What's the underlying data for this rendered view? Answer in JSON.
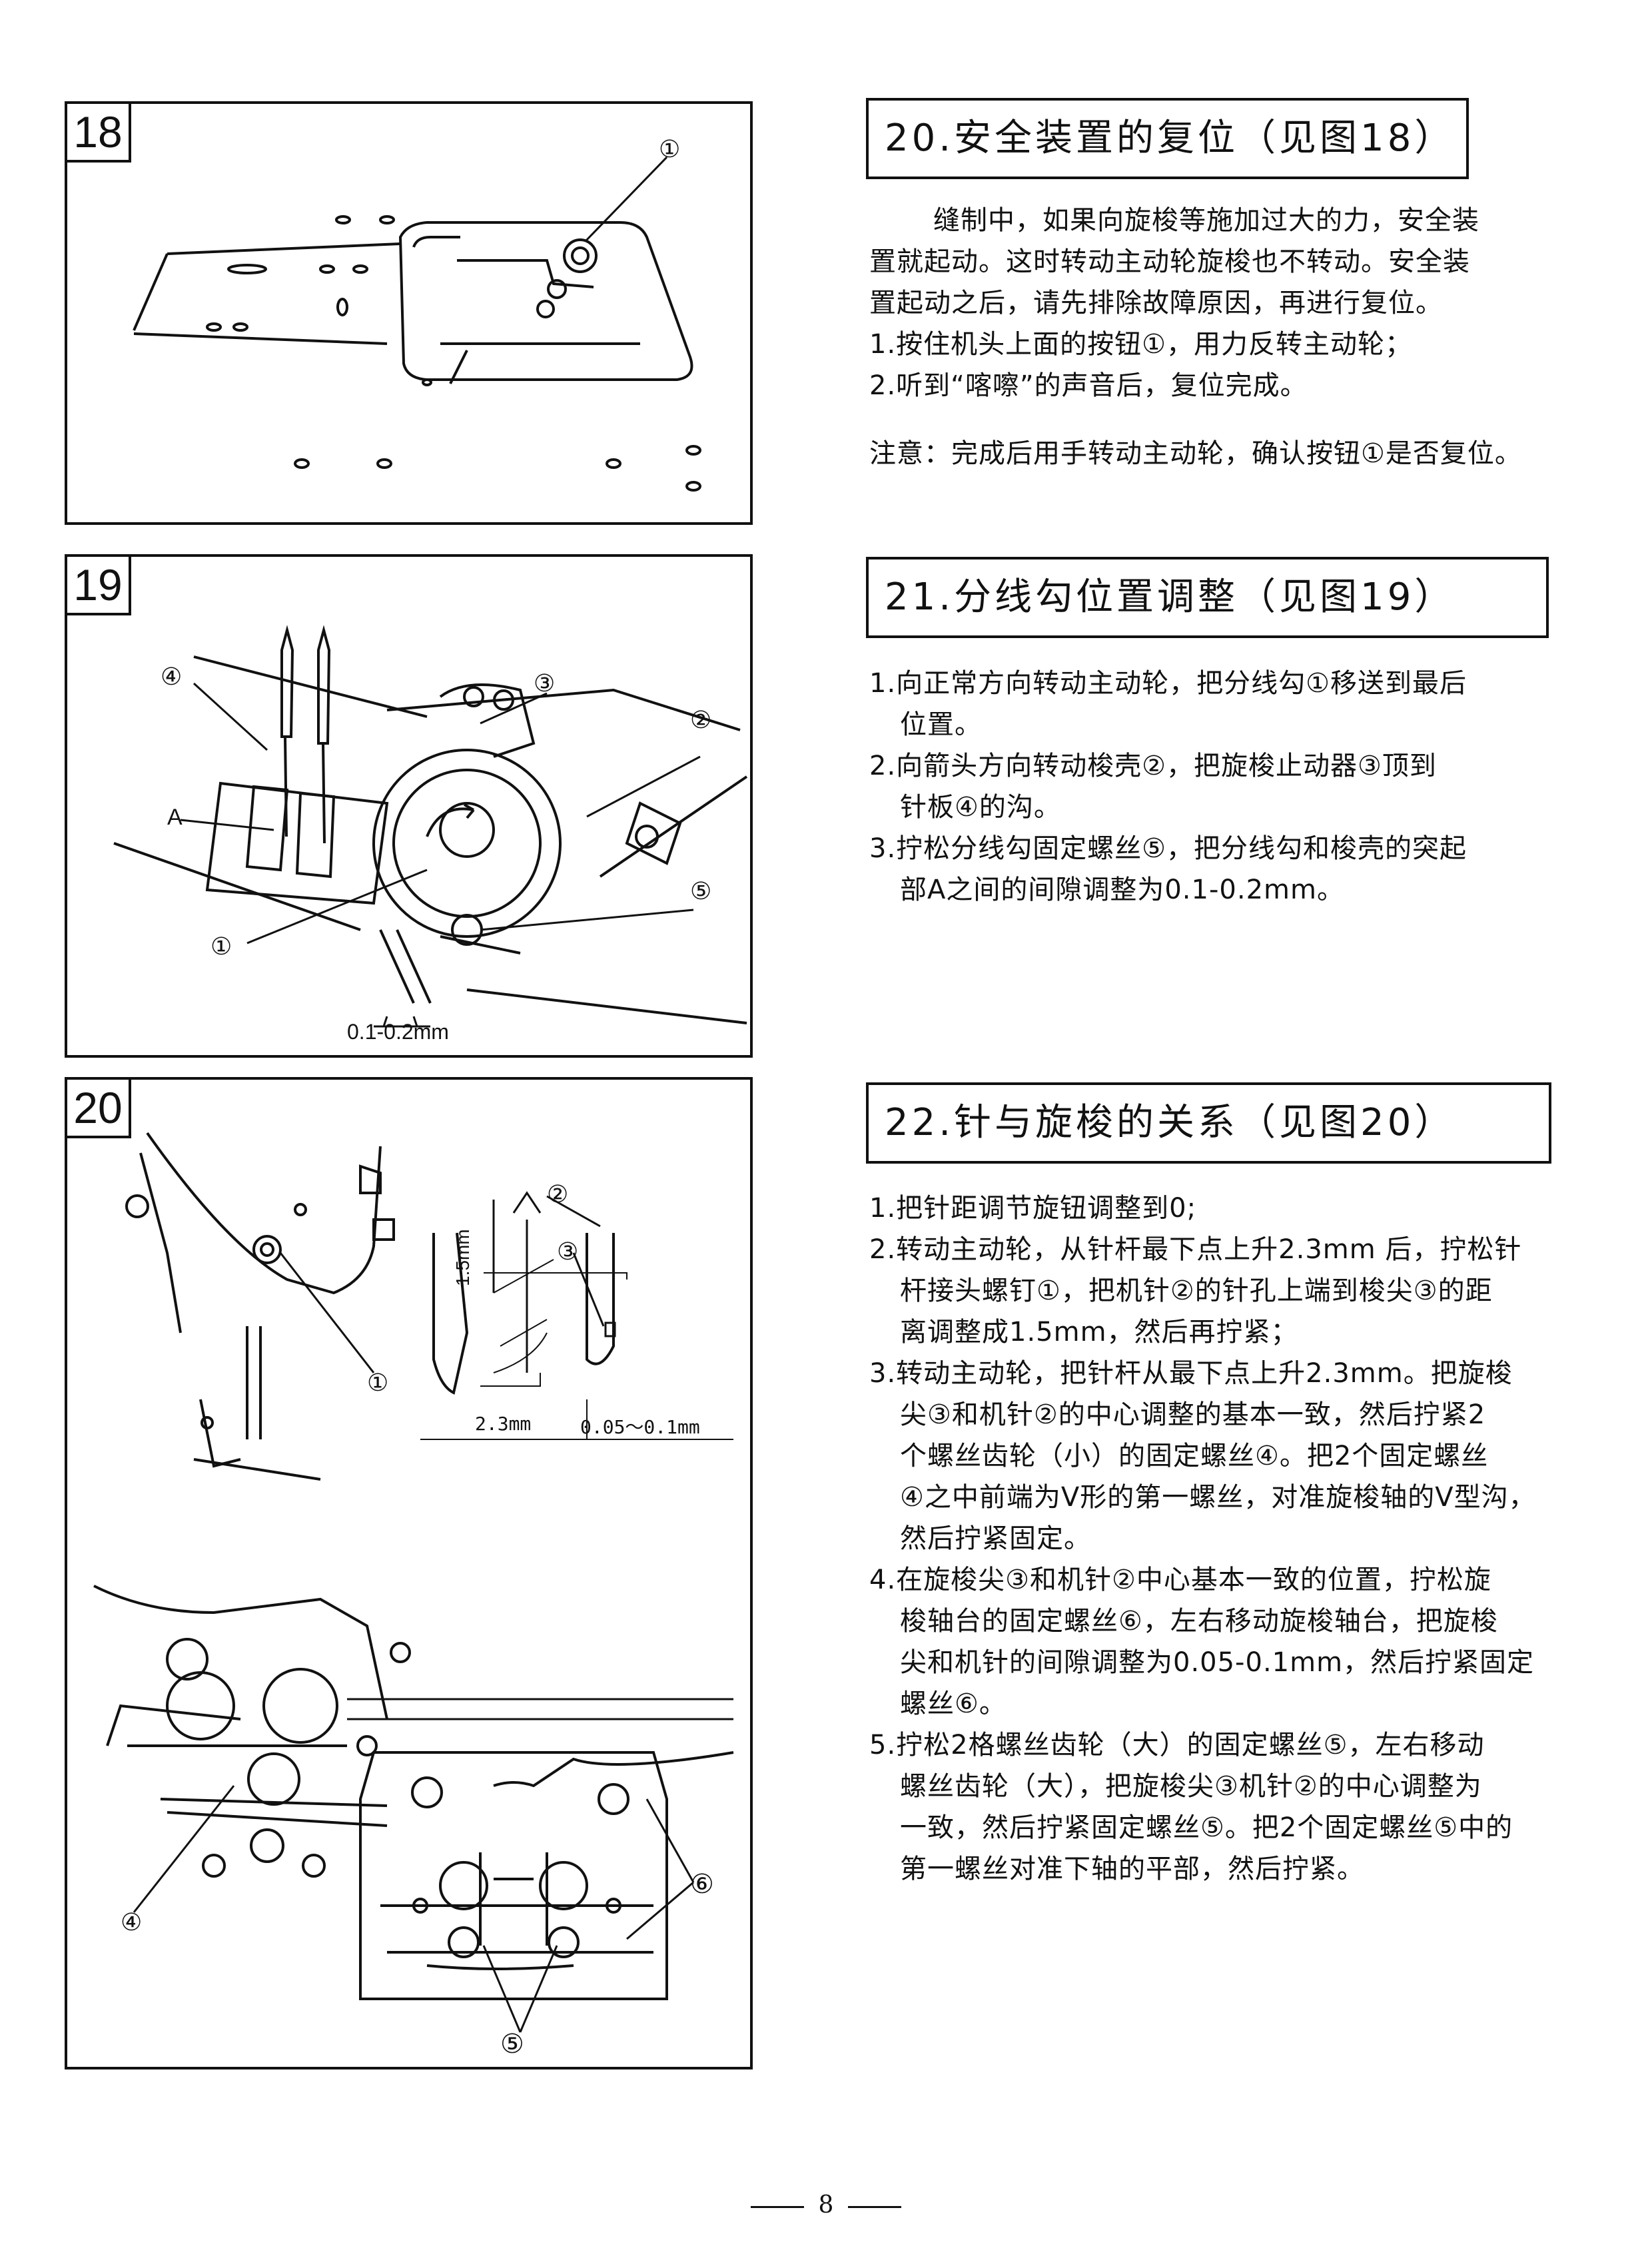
{
  "figures": {
    "fig18": {
      "number": "18",
      "callout_1": "①"
    },
    "fig19": {
      "number": "19",
      "callouts": [
        "④",
        "③",
        "②",
        "A",
        "⑤",
        "①"
      ],
      "dimension": "0.1-0.2mm"
    },
    "fig20": {
      "number": "20",
      "callouts": [
        "①",
        "②",
        "③",
        "④",
        "⑥",
        "⑤"
      ],
      "dim_vertical": "1.5mm",
      "dim_left": "2.3mm",
      "dim_right": "0.05～0.1mm"
    }
  },
  "section20": {
    "heading": "20.安全装置的复位（见图18）",
    "lines": [
      "缝制中，如果向旋梭等施加过大的力，安全装",
      "置就起动。这时转动主动轮旋梭也不转动。安全装",
      "置起动之后，请先排除故障原因，再进行复位。",
      "1.按住机头上面的按钮①，用力反转主动轮；",
      "2.听到“喀嚓”的声音后，复位完成。"
    ],
    "note": "注意：完成后用手转动主动轮，确认按钮①是否复位。"
  },
  "section21": {
    "heading": "21.分线勾位置调整（见图19）",
    "lines": [
      "1.向正常方向转动主动轮，把分线勾①移送到最后",
      "位置。",
      "2.向箭头方向转动梭壳②，把旋梭止动器③顶到",
      "针板④的沟。",
      "3.拧松分线勾固定螺丝⑤，把分线勾和梭壳的突起",
      "部A之间的间隙调整为0.1-0.2mm。"
    ]
  },
  "section22": {
    "heading": "22.针与旋梭的关系（见图20）",
    "lines": [
      "1.把针距调节旋钮调整到0;",
      "2.转动主动轮，从针杆最下点上升2.3mm 后，拧松针",
      "杆接头螺钉①，把机针②的针孔上端到梭尖③的距",
      "离调整成1.5mm，然后再拧紧；",
      "3.转动主动轮，把针杆从最下点上升2.3mm。把旋梭",
      "尖③和机针②的中心调整的基本一致，然后拧紧2",
      "个螺丝齿轮（小）的固定螺丝④。把2个固定螺丝",
      "④之中前端为V形的第一螺丝，对准旋梭轴的V型沟，",
      "然后拧紧固定。",
      "4.在旋梭尖③和机针②中心基本一致的位置，拧松旋",
      "梭轴台的固定螺丝⑥，左右移动旋梭轴台，把旋梭",
      "尖和机针的间隙调整为0.05-0.1mm，然后拧紧固定",
      "螺丝⑥。",
      "5.拧松2格螺丝齿轮（大）的固定螺丝⑤，左右移动",
      "螺丝齿轮（大），把旋梭尖③机针②的中心调整为",
      "一致，然后拧紧固定螺丝⑤。把2个固定螺丝⑤中的",
      "第一螺丝对准下轴的平部，然后拧紧。"
    ]
  },
  "page_number": "8"
}
